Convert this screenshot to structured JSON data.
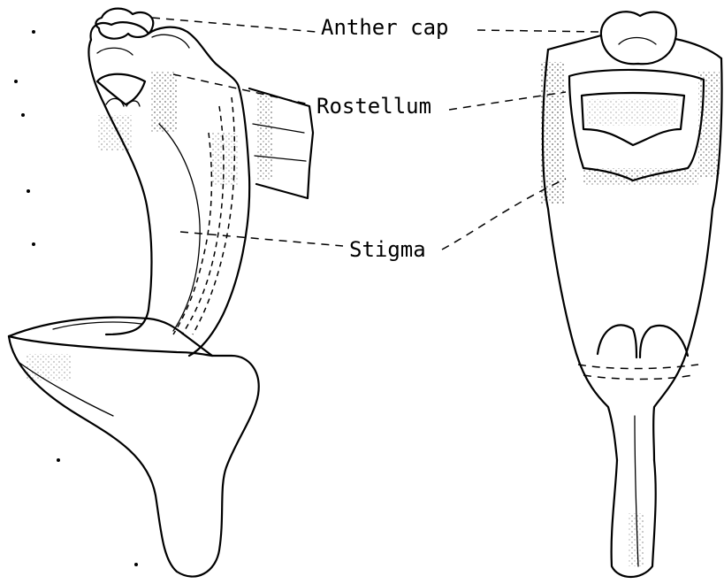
{
  "labels": {
    "anther_cap": "Anther cap",
    "rostellum": "Rostellum",
    "stigma": "Stigma"
  },
  "colors": {
    "ink": "#000000",
    "background": "#ffffff"
  }
}
